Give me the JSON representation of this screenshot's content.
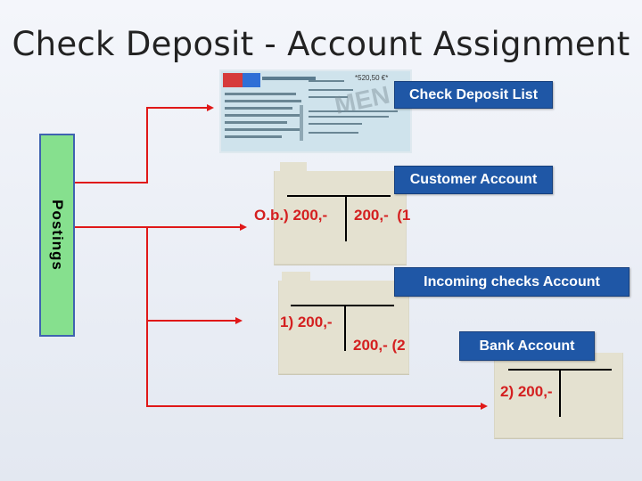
{
  "title": "Check Deposit - Account Assignment",
  "labels": {
    "check_deposit_list": "Check Deposit List",
    "customer_account": "Customer Account",
    "incoming_checks_account": "Incoming checks Account",
    "bank_account": "Bank Account",
    "postings": "Postings"
  },
  "entries": {
    "customer_debit": "O.b.) 200,-",
    "customer_credit": "200,-  (1",
    "incoming_debit": "1) 200,-",
    "incoming_credit": "200,- (2",
    "bank_debit": "2) 200,-"
  },
  "check_image": {
    "amount": "*520,50 €*",
    "stamp": "MEN"
  },
  "colors": {
    "label_bg": "#1f57a6",
    "postings_bg": "#86e08e",
    "arrow": "#e01818",
    "entry_text": "#d42020"
  }
}
